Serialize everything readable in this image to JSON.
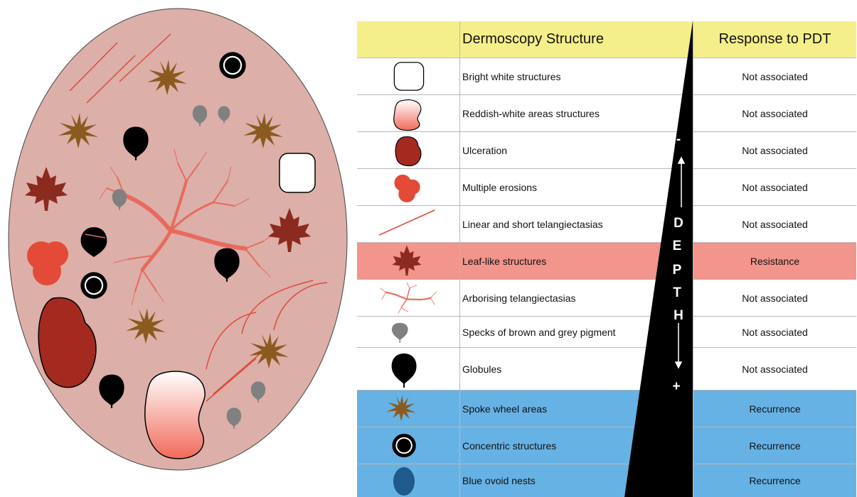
{
  "table": {
    "header": {
      "structure": "Dermoscopy Structure",
      "response": "Response to PDT",
      "background": "#f4ef8a"
    },
    "rows": [
      {
        "icon": "bright-white-icon",
        "structure": "Bright white structures",
        "response": "Not associated",
        "background": "#ffffff"
      },
      {
        "icon": "reddish-white-icon",
        "structure": "Reddish-white areas structures",
        "response": "Not associated",
        "background": "#ffffff"
      },
      {
        "icon": "ulceration-icon",
        "structure": "Ulceration",
        "response": "Not associated",
        "background": "#ffffff"
      },
      {
        "icon": "multiple-erosions-icon",
        "structure": "Multiple erosions",
        "response": "Not associated",
        "background": "#ffffff"
      },
      {
        "icon": "telangiectasia-line-icon",
        "structure": "Linear and short telangiectasias",
        "response": "Not associated",
        "background": "#ffffff"
      },
      {
        "icon": "leaf-icon",
        "structure": "Leaf-like structures",
        "response": "Resistance",
        "background": "#f2958c"
      },
      {
        "icon": "arborising-icon",
        "structure": "Arborising telangiectasias",
        "response": "Not associated",
        "background": "#ffffff"
      },
      {
        "icon": "grey-speck-icon",
        "structure": "Specks of brown and grey pigment",
        "response": "Not associated",
        "background": "#ffffff"
      },
      {
        "icon": "globule-icon",
        "structure": "Globules",
        "response": "Not associated",
        "background": "#ffffff"
      },
      {
        "icon": "spoke-wheel-icon",
        "structure": "Spoke wheel areas",
        "response": "Recurrence",
        "background": "#67b2e4"
      },
      {
        "icon": "concentric-icon",
        "structure": "Concentric structures",
        "response": "Recurrence",
        "background": "#67b2e4"
      },
      {
        "icon": "blue-ovoid-icon",
        "structure": "Blue ovoid nests",
        "response": "Recurrence",
        "background": "#67b2e4"
      }
    ]
  },
  "depth": {
    "letters": [
      "D",
      "E",
      "P",
      "T",
      "H"
    ],
    "minus": "-",
    "plus": "+"
  },
  "colors": {
    "lesion": "#dcafa8",
    "brown": "#8b5a1e",
    "maple": "#8b2a1e",
    "red": "#e44a38",
    "ulcer": "#a42a20",
    "telangiectasia": "#e0493c",
    "grey": "#808080"
  }
}
